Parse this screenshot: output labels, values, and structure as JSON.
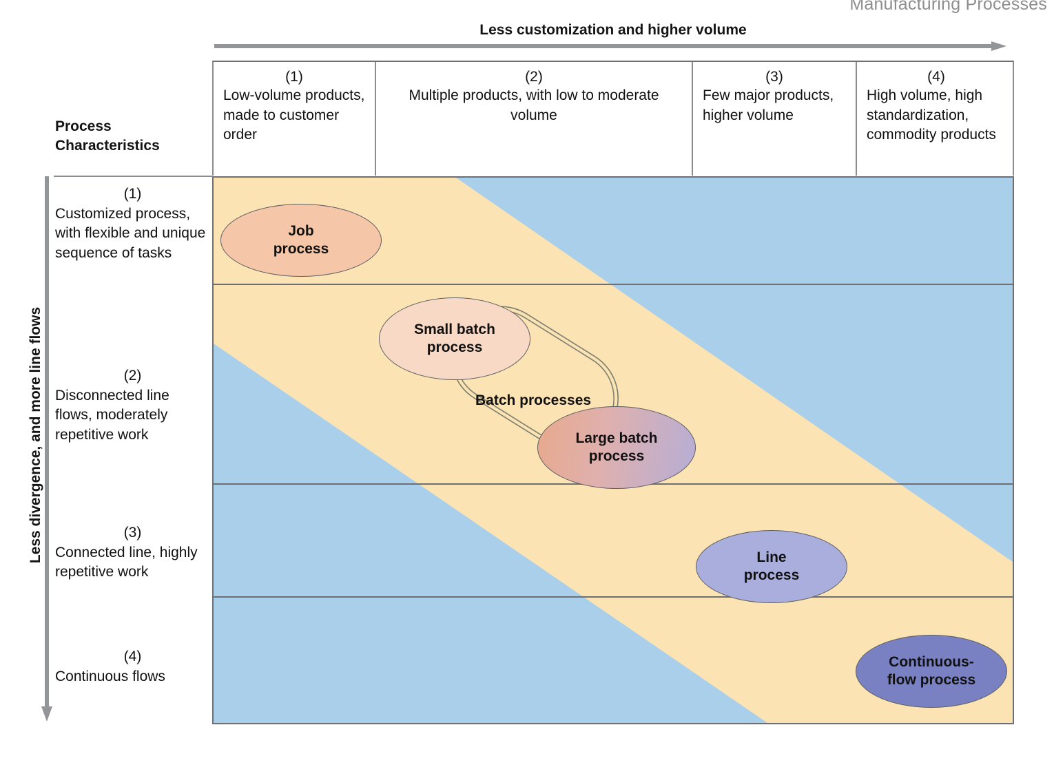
{
  "running_head": "Manufacturing Processes",
  "axes": {
    "top_label": "Less customization and higher volume",
    "left_label": "Less divergence, and more line flows",
    "top_arrow_icon": "arrow-right-icon",
    "left_arrow_icon": "arrow-down-icon"
  },
  "stub_header": "Process\nCharacteristics",
  "stub_header_line1": "Process",
  "stub_header_line2": "Characteristics",
  "columns": [
    {
      "number": "(1)",
      "description": "Low-volume products, made to customer order"
    },
    {
      "number": "(2)",
      "description": "Multiple products, with low to moderate volume"
    },
    {
      "number": "(3)",
      "description": "Few major products, higher volume"
    },
    {
      "number": "(4)",
      "description": "High volume, high standardization, commodity products"
    }
  ],
  "rows": [
    {
      "number": "(1)",
      "description": "Customized process, with flexible and unique sequence of tasks"
    },
    {
      "number": "(2)",
      "description": "Disconnected line flows, moderately repetitive work"
    },
    {
      "number": "(3)",
      "description": "Connected line, highly repetitive work"
    },
    {
      "number": "(4)",
      "description": "Continuous flows"
    }
  ],
  "processes": [
    {
      "id": "job",
      "label_line1": "Job",
      "label_line2": "process",
      "fill": "#f5c6a8"
    },
    {
      "id": "small-batch",
      "label_line1": "Small batch",
      "label_line2": "process",
      "fill": "#f8d9c6"
    },
    {
      "id": "large-batch",
      "label_line1": "Large batch",
      "label_line2": "process",
      "fill": "#b6aed6"
    },
    {
      "id": "line",
      "label_line1": "Line",
      "label_line2": "process",
      "fill": "#a9aedd"
    },
    {
      "id": "continuous-flow",
      "label_line1": "Continuous-",
      "label_line2": "flow process",
      "fill": "#7a81c2"
    }
  ],
  "group_label": "Batch processes",
  "colors": {
    "diagonal_band": "#fbe3b4",
    "background_region": "#a9cfeb",
    "grid_line": "#6d6f72",
    "header_line": "#8a8c8f",
    "arrow": "#939598",
    "text": "#111111",
    "running_head_text": "#8d8d8d"
  }
}
